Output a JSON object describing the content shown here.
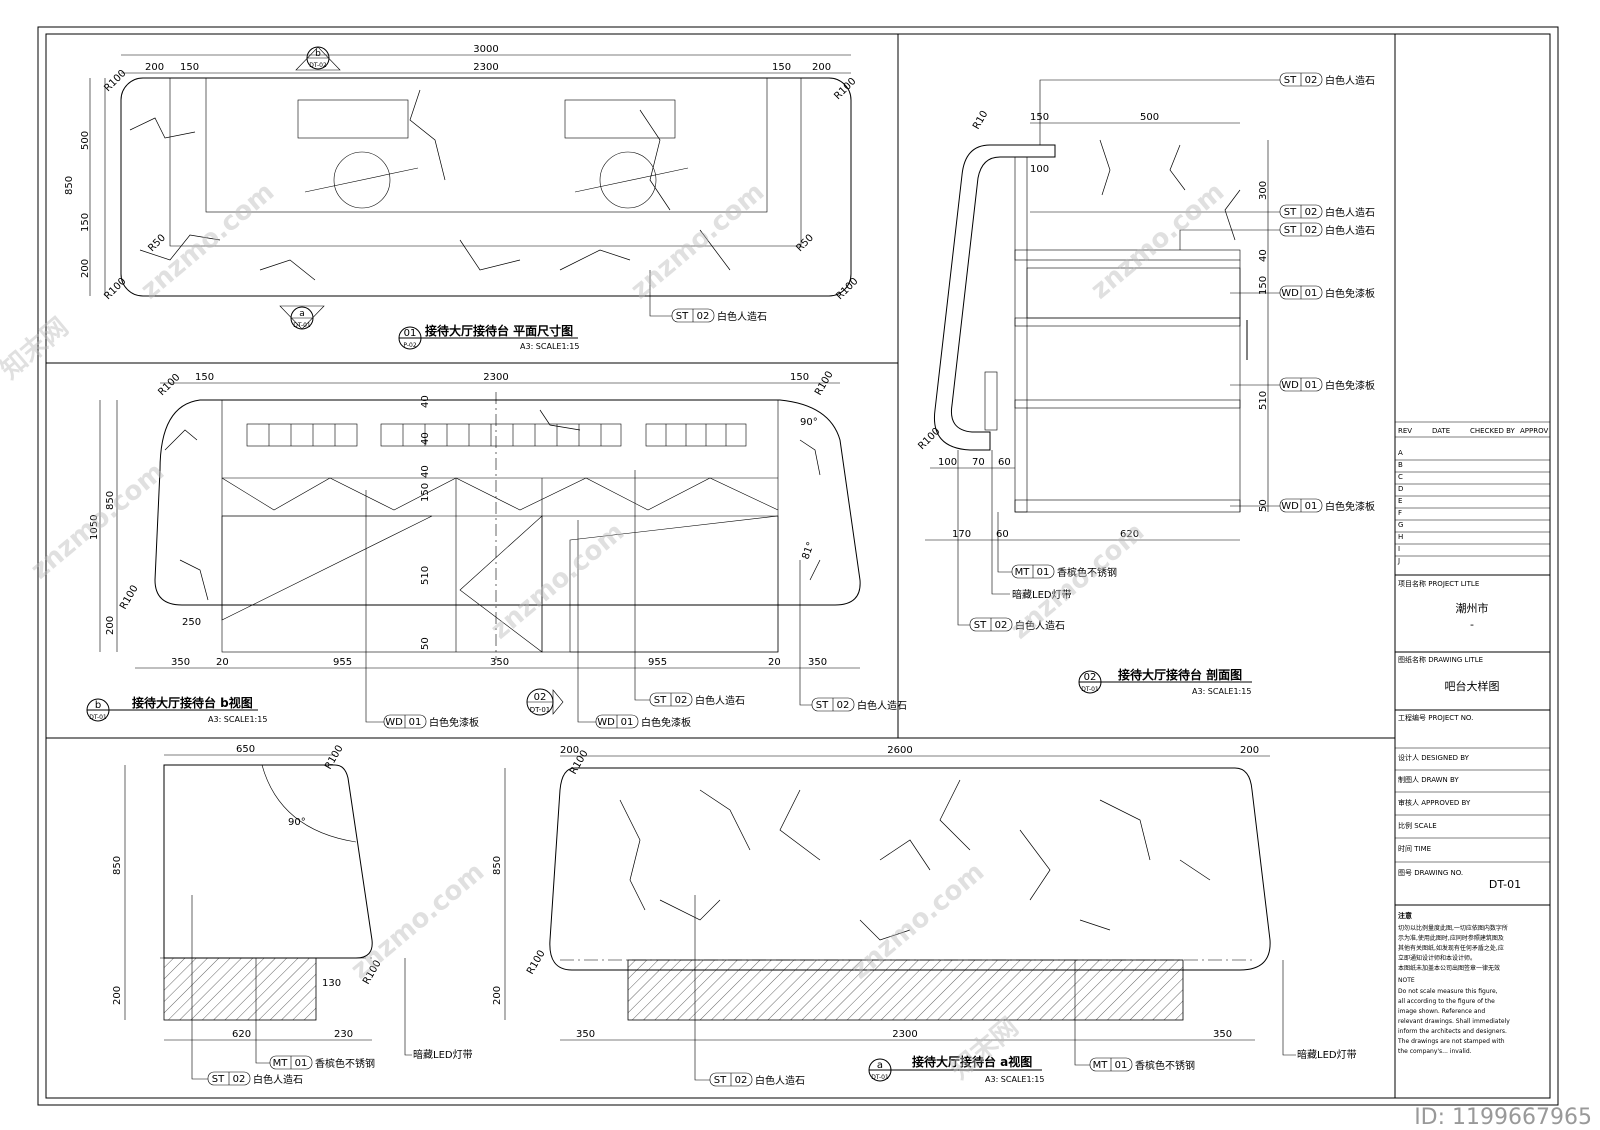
{
  "plan": {
    "dims_top": {
      "overall": "3000",
      "left_a": "200",
      "left_b": "150",
      "mid": "2300",
      "right_b": "150",
      "right_a": "200"
    },
    "dims_left": {
      "overall": "850",
      "a": "500",
      "b": "150",
      "c": "200"
    },
    "radii": {
      "r100": "R100",
      "r50": "R50"
    },
    "section_b_marker": {
      "letter": "b",
      "sheet": "DT-02"
    },
    "view_a_marker": {
      "letter": "a",
      "sheet": "DT-01"
    },
    "callout": {
      "code": "ST",
      "num": "02",
      "text": "白色人造石"
    },
    "title": {
      "num": "01",
      "sheet": "P-02",
      "text": "接待大厅接待台 平面尺寸图",
      "scale": "A3: SCALE1:15"
    }
  },
  "bview": {
    "dims_top": {
      "a": "150",
      "mid": "2300",
      "b": "150"
    },
    "dims_left": {
      "overall": "1050",
      "a": "850",
      "b": "200"
    },
    "dims_inner": {
      "a": "40",
      "b": "40",
      "c": "40",
      "d": "150",
      "e": "510",
      "f": "50",
      "g": "250"
    },
    "dims_bottom": {
      "a": "350",
      "b": "20",
      "c": "955",
      "d": "350",
      "e": "955",
      "f": "20",
      "g": "350"
    },
    "angles": {
      "a": "90°",
      "b": "81°"
    },
    "radius": "R100",
    "callouts": [
      {
        "code": "WD",
        "num": "01",
        "text": "白色免漆板"
      },
      {
        "code": "WD",
        "num": "01",
        "text": "白色免漆板"
      },
      {
        "code": "ST",
        "num": "02",
        "text": "白色人造石"
      },
      {
        "code": "ST",
        "num": "02",
        "text": "白色人造石"
      }
    ],
    "section_marker": {
      "num": "02",
      "sheet": "DT-01"
    },
    "title": {
      "letter": "b",
      "sheet": "DT-01",
      "text": "接待大厅接待台 b视图",
      "scale": "A3: SCALE1:15"
    }
  },
  "section": {
    "dims_top": {
      "a": "150",
      "b": "500",
      "c": "100"
    },
    "dims_right": {
      "a": "300",
      "b": "40",
      "c": "150",
      "d": "510",
      "e": "50"
    },
    "dims_bottom": {
      "a": "100",
      "b": "70",
      "c": "60",
      "d": "170",
      "e": "60",
      "f": "620"
    },
    "radii": {
      "top": "R10",
      "bottom": "R100"
    },
    "callouts_right": [
      {
        "code": "ST",
        "num": "02",
        "text": "白色人造石"
      },
      {
        "code": "ST",
        "num": "02",
        "text": "白色人造石"
      },
      {
        "code": "ST",
        "num": "02",
        "text": "白色人造石"
      },
      {
        "code": "WD",
        "num": "01",
        "text": "白色免漆板"
      },
      {
        "code": "WD",
        "num": "01",
        "text": "白色免漆板"
      },
      {
        "code": "WD",
        "num": "01",
        "text": "白色免漆板"
      }
    ],
    "callouts_bottom": [
      {
        "code": "MT",
        "num": "01",
        "text": "香槟色不锈钢"
      },
      {
        "code": "",
        "num": "",
        "text": "暗藏LED灯带"
      },
      {
        "code": "ST",
        "num": "02",
        "text": "白色人造石"
      }
    ],
    "title": {
      "num": "02",
      "sheet": "DT-01",
      "text": "接待大厅接待台 剖面图",
      "scale": "A3: SCALE1:15"
    }
  },
  "sideview": {
    "dims": {
      "top": "650",
      "radius_top": "R100",
      "angle": "90°",
      "height": "850",
      "base": "200",
      "radius_bottom": "R100",
      "a": "130",
      "b": "620",
      "c": "230"
    },
    "callouts": [
      {
        "code": "MT",
        "num": "01",
        "text": "香槟色不锈钢"
      },
      {
        "code": "ST",
        "num": "02",
        "text": "白色人造石"
      },
      {
        "code": "",
        "num": "",
        "text": "暗藏LED灯带"
      }
    ]
  },
  "aview": {
    "dims_top": {
      "a": "200",
      "mid": "2600",
      "b": "200"
    },
    "dims_left": {
      "a": "850",
      "b": "200"
    },
    "radius": "R100",
    "dims_bottom": {
      "a": "350",
      "mid": "2300",
      "b": "350"
    },
    "callouts": [
      {
        "code": "ST",
        "num": "02",
        "text": "白色人造石"
      },
      {
        "code": "MT",
        "num": "01",
        "text": "香槟色不锈钢"
      },
      {
        "code": "",
        "num": "",
        "text": "暗藏LED灯带"
      }
    ],
    "title": {
      "letter": "a",
      "sheet": "DT-01",
      "text": "接待大厅接待台 a视图",
      "scale": "A3: SCALE1:15"
    }
  },
  "titleblock": {
    "rev_header": [
      "REV",
      "DATE",
      "CHECKED BY",
      "APPROV"
    ],
    "rev_rows": [
      "A",
      "B",
      "C",
      "D",
      "E",
      "F",
      "G",
      "H",
      "I",
      "J"
    ],
    "project_label": "项目名称  PROJECT LITLE",
    "project_value": "潮州市",
    "project_value2": "-",
    "drawing_label": "图纸名称  DRAWING LITLE",
    "drawing_value": "吧台大样图",
    "project_no_label": "工程编号  PROJECT NO.",
    "designed_label": "设计人  DESIGNED BY",
    "drawn_label": "制图人  DRAWN BY",
    "approved_label": "审核人  APPROVED BY",
    "scale_label": "比例  SCALE",
    "time_label": "时间  TIME",
    "drawing_no_label": "图号  DRAWING NO.",
    "drawing_no_value": "DT-01",
    "notes_title": "注意",
    "notes_cn": [
      "切勿以比例量度此图,一切应依图内数字所",
      "示为准,使用此图时,应同时参照建筑图及",
      "其他有关图纸,如发现有任何矛盾之处,应",
      "立即通知设计师和本设计师。",
      "本图纸未加盖本公司出图签章一律无效"
    ],
    "notes_en_title": "NOTE",
    "notes_en": [
      "Do not scale measure this figure,",
      "all according to the figure of the",
      "image shown. Reference and",
      "relevant drawings. Shall immediately",
      "inform the architects and designers.",
      "The drawings are not stamped with",
      "the company's... invalid."
    ]
  },
  "watermark": {
    "text": "znzmo.com",
    "site_cn": "知末网",
    "id_label": "ID: 1199667965"
  }
}
